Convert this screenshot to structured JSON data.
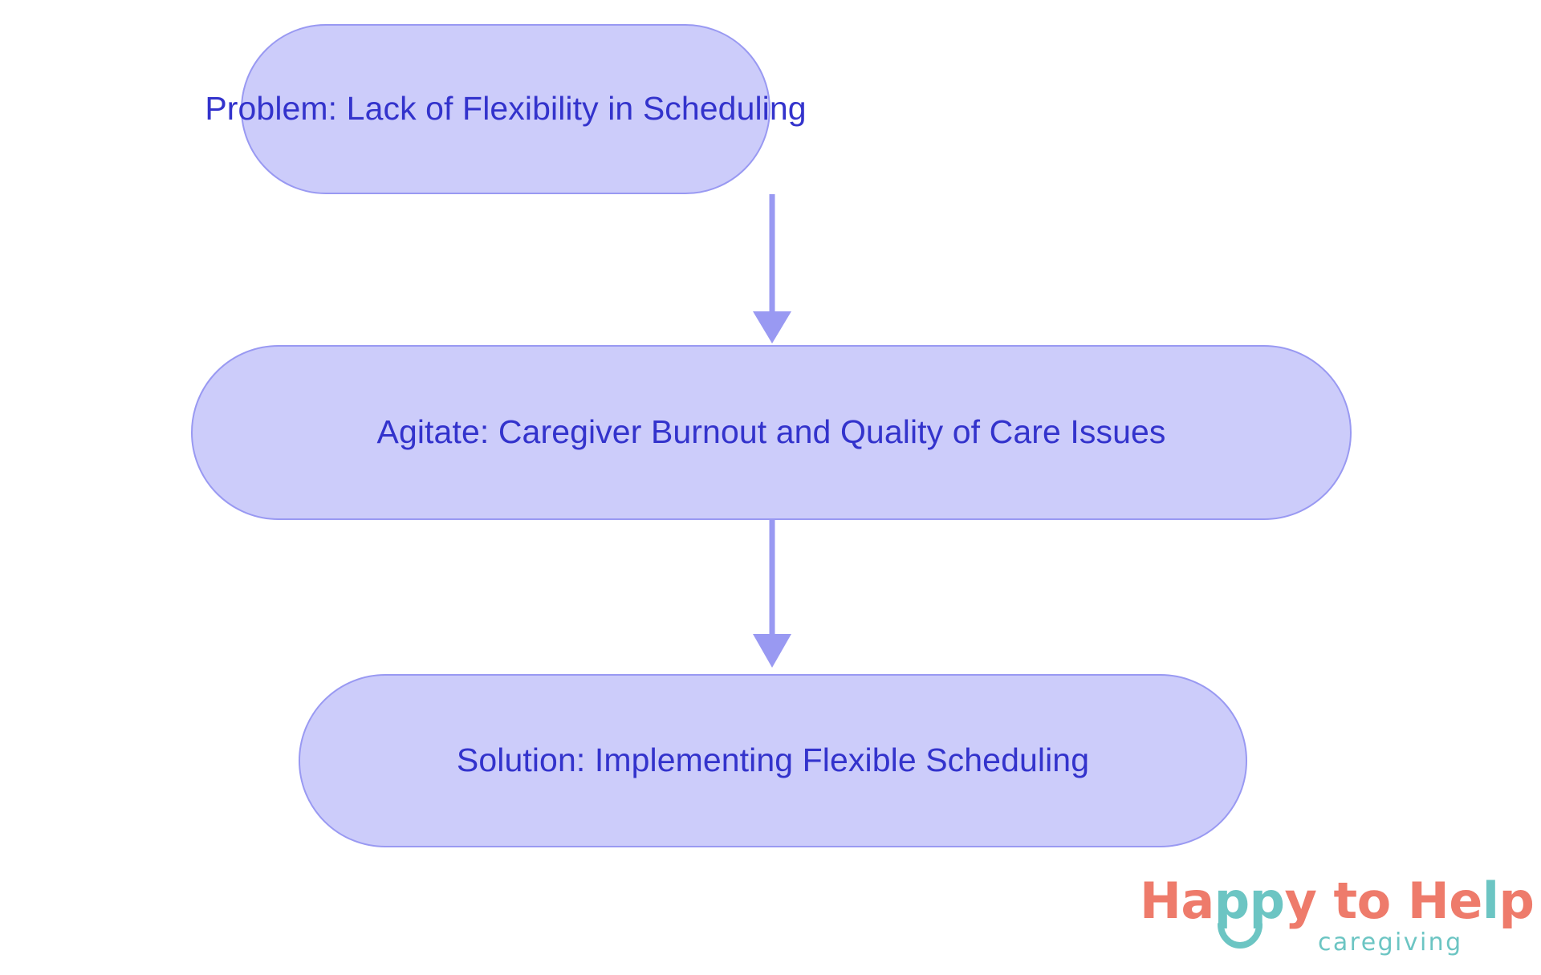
{
  "diagram": {
    "type": "flowchart",
    "direction": "top-to-bottom",
    "background_color": "#FFFFFF",
    "node_fill_color": "#CCCCFA",
    "node_border_color": "#9999F2",
    "node_text_color": "#3333CC",
    "connector_color": "#9999F2",
    "nodes": [
      {
        "id": "problem",
        "label": "Problem: Lack of Flexibility in Scheduling"
      },
      {
        "id": "agitate",
        "label": "Agitate: Caregiver Burnout and Quality of Care Issues"
      },
      {
        "id": "solution",
        "label": "Solution: Implementing Flexible Scheduling"
      }
    ],
    "edges": [
      {
        "id": "problem-to-agitate",
        "from": "problem",
        "to": "agitate",
        "arrow": "arrow-down-icon"
      },
      {
        "id": "agitate-to-solution",
        "from": "agitate",
        "to": "solution",
        "arrow": "arrow-down-icon"
      }
    ]
  },
  "logo": {
    "wordmark_parts": [
      {
        "text": "Ha",
        "color": "#EE7B6B"
      },
      {
        "text": "pp",
        "color": "#6CC5C3"
      },
      {
        "text": "y to ",
        "color": "#EE7B6B"
      },
      {
        "text": "He",
        "color": "#EE7B6B"
      },
      {
        "text": "l",
        "color": "#6CC5C3"
      },
      {
        "text": "p",
        "color": "#EE7B6B"
      }
    ],
    "full_name": "Happy to Help",
    "tagline": "caregiving",
    "coral_color": "#EE7B6B",
    "teal_color": "#6CC5C3",
    "smile_icon": "smile-arc-icon"
  }
}
